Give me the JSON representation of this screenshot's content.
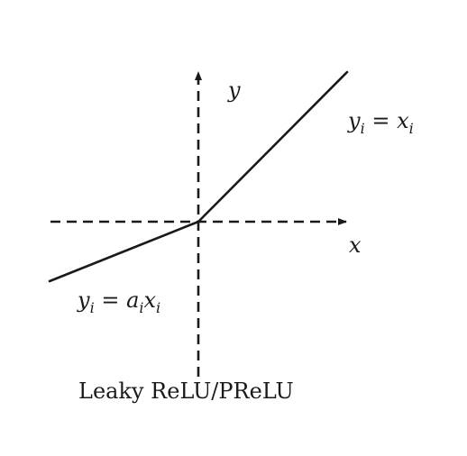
{
  "axes": {
    "x_label": "x",
    "y_label": "y"
  },
  "formulas": {
    "positive_branch": {
      "lhs": "y",
      "lhs_sub": "i",
      "eq": " = ",
      "rhs": "x",
      "rhs_sub": "i"
    },
    "negative_branch": {
      "lhs": "y",
      "lhs_sub": "i",
      "eq": " = ",
      "coef": "a",
      "coef_sub": "i",
      "rhs": "x",
      "rhs_sub": "i"
    }
  },
  "caption": "Leaky ReLU/PReLU",
  "colors": {
    "ink": "#1a1a1a",
    "background": "#ffffff"
  }
}
